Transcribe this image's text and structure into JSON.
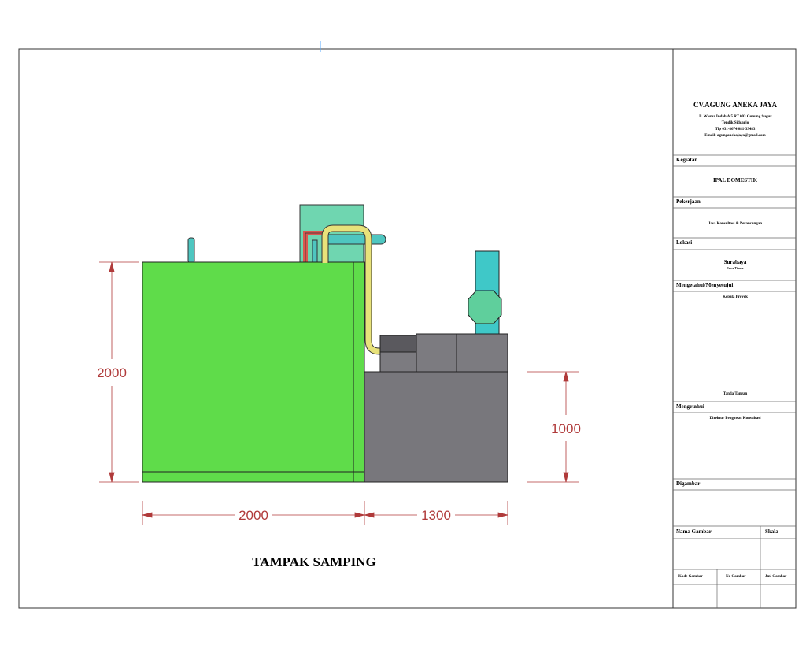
{
  "drawing": {
    "view_title": "TAMPAK SAMPING",
    "dimensions": {
      "tank_height": "2000",
      "tank_width": "2000",
      "base_width": "1300",
      "base_height": "1000"
    },
    "colors": {
      "tank": "#5fdc4a",
      "machine": "#78777c",
      "frame_box": "#6fd6b0",
      "pipe_yellow": "#e8e27a",
      "pipe_red": "#d9574f",
      "stack": "#3fc8c8",
      "dimension": "#b03a3a"
    }
  },
  "title_block": {
    "company": "CV.AGUNG ANEKA JAYA",
    "address_lines": [
      "Jl. Wisma Indah A.5 RT.003 Gunung Sugur",
      "Tendik Sidoarjo",
      "Tlp 031-8674 081-33483",
      "Email: agunganekajaya@gmail.com"
    ],
    "kegiatan_label": "Kegiatan",
    "kegiatan_value": "IPAL DOMESTIK",
    "pekerjaan_label": "Pekerjaan",
    "pekerjaan_value": "Jasa Konsultasi & Perancangan",
    "lokasi_label": "Lokasi",
    "lokasi_value": "Surabaya",
    "lokasi_sub": "Jawa Timur",
    "approval_label": "Mengetahui/Menyetujui",
    "approval_sub": "Kepala Proyek",
    "approval_signer": "Tanda Tangan",
    "checker_label": "Mengetahui",
    "checker_value": "Direktur Pengawas Konsultasi",
    "drawer_label": "Digambar",
    "drawing_name_label": "Nama Gambar",
    "scale_label": "Skala",
    "footer_cols": [
      "Kode Gambar",
      "No Gambar",
      "Jml Gambar"
    ]
  }
}
